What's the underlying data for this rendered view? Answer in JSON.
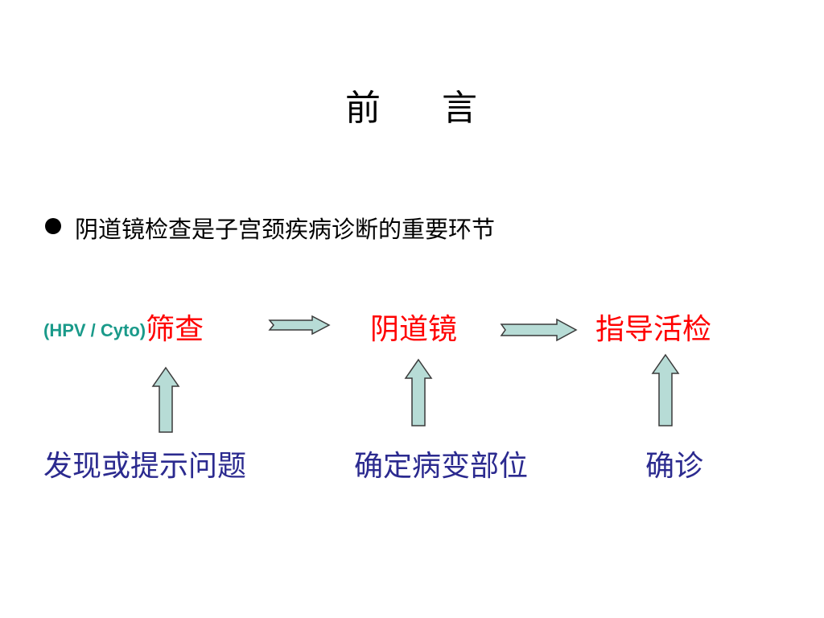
{
  "slide": {
    "title_part1": "前",
    "title_part2": "言",
    "bullet": {
      "icon": "filled-circle-bullet-icon",
      "text": "阴道镜检查是子宫颈疾病诊断的重要环节"
    },
    "steps": [
      {
        "prefix": "(HPV / Cyto)",
        "label": "筛查"
      },
      {
        "label": "阴道镜"
      },
      {
        "label": "指导活检"
      }
    ],
    "purposes": [
      "发现或提示问题",
      "确定病变部位",
      "确诊"
    ],
    "icons": {
      "flow_arrow": "right-block-arrow-icon",
      "up_arrow": "up-block-arrow-icon"
    }
  },
  "colors": {
    "background": "#ffffff",
    "title_text": "#000000",
    "bullet_text": "#000000",
    "step_label": "#ff0000",
    "prefix_teal": "#1a9a8a",
    "purpose_label": "#2b2a8f",
    "arrow_fill": "#b7dcd6",
    "arrow_stroke": "#3a3a3a"
  }
}
